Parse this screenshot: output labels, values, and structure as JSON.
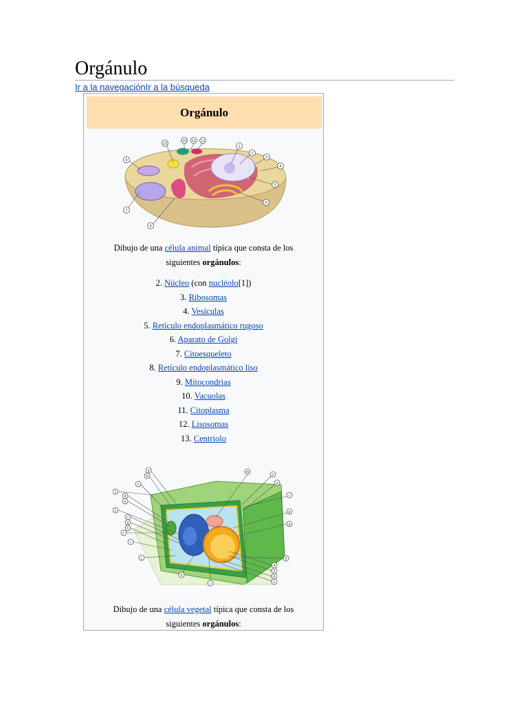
{
  "page": {
    "title": "Orgánulo",
    "skip_links": {
      "navigation": "Ir a la navegación",
      "search": "Ir a la búsqueda"
    }
  },
  "infobox": {
    "header": "Orgánulo",
    "animal_figure": {
      "labels": [
        "13",
        "10",
        "11",
        "12",
        "1",
        "2",
        "3",
        "4",
        "9",
        "5",
        "6",
        "7",
        "8"
      ]
    },
    "animal_caption": {
      "prefix": "Dibujo de una ",
      "link": "célula animal",
      "middle": " típica que consta de los",
      "line2_prefix": "siguientes ",
      "bold": "orgánulos",
      "suffix": ":"
    },
    "organelles": [
      {
        "num": "2. ",
        "link": "Núcleo",
        "extra_prefix": " (con ",
        "extra_link": "nucléolo",
        "extra_suffix": "[1])"
      },
      {
        "num": "3. ",
        "link": "Ribosomas"
      },
      {
        "num": "4. ",
        "link": "Vesículas"
      },
      {
        "num": "5. ",
        "link": "Retículo endoplasmático rugoso"
      },
      {
        "num": "6. ",
        "link": "Aparato de Golgi"
      },
      {
        "num": "7. ",
        "link": "Citoesqueleto"
      },
      {
        "num": "8. ",
        "link": "Retículo endoplasmático liso"
      },
      {
        "num": "9. ",
        "link": "Mitocondrias"
      },
      {
        "num": "10. ",
        "link": "Vacuolas"
      },
      {
        "num": "11. ",
        "link": "Citoplasma"
      },
      {
        "num": "12. ",
        "link": "Lisosomas"
      },
      {
        "num": "13. ",
        "link": "Centriolo"
      }
    ],
    "plant_figure": {
      "labels": [
        "a",
        "b",
        "c",
        "d",
        "e",
        "1",
        "2",
        "f",
        "g",
        "h",
        "i",
        "j",
        "k",
        "l",
        "m",
        "n",
        "o",
        "p",
        "3",
        "4",
        "5",
        "6",
        "q",
        "r",
        "s",
        "t"
      ]
    },
    "plant_caption": {
      "prefix": "Dibujo de una ",
      "link": "célula vegetal",
      "middle": " típica que consta de los",
      "line2_prefix": "siguientes ",
      "bold": "orgánulos",
      "suffix": ":"
    }
  },
  "colors": {
    "link": "#0645ad",
    "infobox_header_bg": "#ffdfb0",
    "infobox_bg": "#f8f9fa",
    "border": "#a2a9b1"
  }
}
